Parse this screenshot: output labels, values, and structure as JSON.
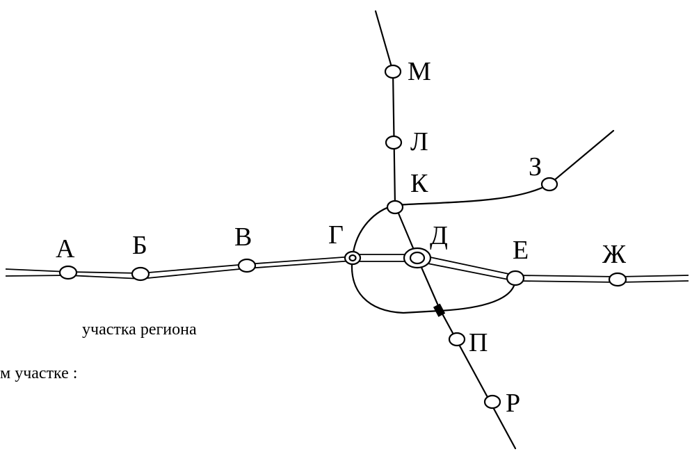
{
  "stations": {
    "a": "А",
    "b": "Б",
    "v": "В",
    "g": "Г",
    "d": "Д",
    "e": "Е",
    "zh": "Ж",
    "z": "З",
    "k": "К",
    "l": "Л",
    "m": "М",
    "p": "П",
    "r": "Р"
  },
  "captions": {
    "line1": "участка региона",
    "line2": "м участке :"
  }
}
